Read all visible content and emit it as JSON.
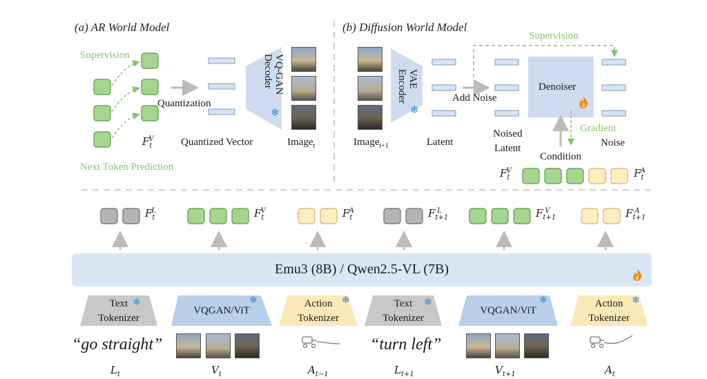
{
  "ar_model": {
    "title": "(a) AR World Model",
    "supervision": "Supervision",
    "next_token": "Next Token Prediction",
    "feature": {
      "base": "F",
      "sub": "t",
      "sup": "V"
    },
    "quantization": "Quantization",
    "quantized_vector": "Quantized Vector",
    "decoder": "VQ-GAN Decoder",
    "image": {
      "base": "Image",
      "sub": "t"
    }
  },
  "diffusion_model": {
    "title": "(b) Diffusion World Model",
    "image": {
      "base": "Image",
      "sub": "t+1"
    },
    "encoder": "VAE Encoder",
    "latent": "Latent",
    "add_noise": "Add Noise",
    "noised_latent_1": "Noised",
    "noised_latent_2": "Latent",
    "supervision": "Supervision",
    "denoiser": "Denoiser",
    "gradient": "Gradient",
    "noise": "Noise",
    "condition": "Condition",
    "feature_v": {
      "base": "F",
      "sub": "t",
      "sup": "V"
    },
    "feature_a": {
      "base": "F",
      "sub": "t",
      "sup": "A"
    }
  },
  "token_row": [
    {
      "base": "F",
      "sub": "t",
      "sup": "L",
      "kind": "text"
    },
    {
      "base": "F",
      "sub": "t",
      "sup": "V",
      "kind": "vision"
    },
    {
      "base": "F",
      "sub": "t",
      "sup": "A",
      "kind": "action"
    },
    {
      "base": "F",
      "sub": "t+1",
      "sup": "L",
      "kind": "text"
    },
    {
      "base": "F",
      "sub": "t+1",
      "sup": "V",
      "kind": "vision"
    },
    {
      "base": "F",
      "sub": "t+1",
      "sup": "A",
      "kind": "action"
    }
  ],
  "backbone": {
    "label": "Emu3 (8B) / Qwen2.5-VL (7B)"
  },
  "tokenizers": [
    {
      "line1": "Text",
      "line2": "Tokenizer",
      "kind": "text"
    },
    {
      "line1": "VQGAN/ViT",
      "line2": "",
      "kind": "vision"
    },
    {
      "line1": "Action",
      "line2": "Tokenizer",
      "kind": "action"
    },
    {
      "line1": "Text",
      "line2": "Tokenizer",
      "kind": "text"
    },
    {
      "line1": "VQGAN/ViT",
      "line2": "",
      "kind": "vision"
    },
    {
      "line1": "Action",
      "line2": "Tokenizer",
      "kind": "action"
    }
  ],
  "inputs": [
    {
      "kind": "quote",
      "text": "“go straight”"
    },
    {
      "kind": "images"
    },
    {
      "kind": "action-icon"
    },
    {
      "kind": "quote",
      "text": "“turn left”"
    },
    {
      "kind": "images"
    },
    {
      "kind": "action-icon"
    }
  ],
  "bottom_labels": [
    {
      "base": "L",
      "sub": "t"
    },
    {
      "base": "V",
      "sub": "t"
    },
    {
      "base": "A",
      "sub": "t−1"
    },
    {
      "base": "L",
      "sub": "t+1"
    },
    {
      "base": "V",
      "sub": "t+1"
    },
    {
      "base": "A",
      "sub": "t"
    }
  ],
  "colors": {
    "green_fill": "#a5d58f",
    "green_stroke": "#5e9a47",
    "gray_fill": "#b5b5b5",
    "gray_stroke": "#6b6b6b",
    "yellow_fill": "#fdeebf",
    "yellow_stroke": "#c9b57a",
    "blue_fill": "#cfdcef",
    "blue_bar": "#d6e4f3",
    "supervision_green": "#86c46b",
    "backbone_fill": "#d9e7f5"
  }
}
